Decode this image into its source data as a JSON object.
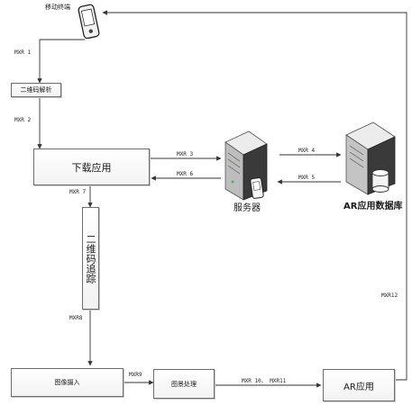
{
  "nodes": {
    "mobile_terminal": "移动终端",
    "qr_parse": "二维码解析",
    "download_app": "下载应用",
    "qr_tracking": "二维码追踪",
    "image_capture": "图像摄入",
    "image_processing": "图景处理",
    "ar_app": "AR应用",
    "server": "服务器",
    "ar_database": "AR应用数据库"
  },
  "links": {
    "mxr1": "MXR 1",
    "mxr2": "MXR 2",
    "mxr3": "MXR 3",
    "mxr4": "MXR 4",
    "mxr5": "MXR 5",
    "mxr6": "MXR 6",
    "mxr7": "MXR 7",
    "mxr8": "MXR8",
    "mxr9": "MXR9",
    "mxr10_11": "MXR 10、 MXR11",
    "mxr12": "MXR12"
  },
  "icons": {
    "phone": "mobile-phone-icon",
    "server": "server-icon",
    "database": "database-server-icon"
  },
  "colors": {
    "line": "#333333",
    "box_border": "#6d6d6d",
    "tower_body": "#d8d8d8",
    "tower_dark": "#3a3a3a"
  }
}
